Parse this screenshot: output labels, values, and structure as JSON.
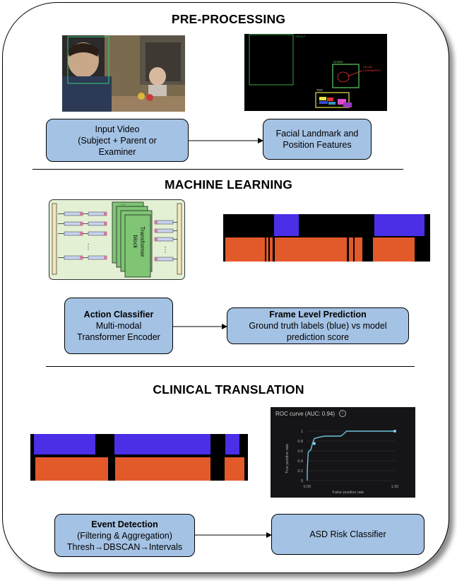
{
  "sections": {
    "preprocessing_title": "PRE-PROCESSING",
    "ml_title": "MACHINE LEARNING",
    "clinical_title": "CLINICAL TRANSLATION"
  },
  "preprocessing": {
    "input_box": {
      "line1": "Input Video",
      "line2": "(Subject + Parent or",
      "line3": "Examiner"
    },
    "landmark_box": {
      "line1": "Facial Landmark and",
      "line2": "Position Features"
    },
    "detection_labels": {
      "adult": "ADULT",
      "child": "CHILD",
      "facial": "FACIAL",
      "landmarks": "LANDMARKS",
      "toy": "TOY"
    }
  },
  "ml": {
    "transformer_label_1": "Transformer",
    "transformer_label_2": "block",
    "action_box": {
      "title": "Action Classifier",
      "line1": "Multi-modal",
      "line2": "Transformer Encoder"
    },
    "frame_box": {
      "title": "Frame Level Prediction",
      "line1": "Ground truth labels (blue) vs model",
      "line2": "prediction score"
    }
  },
  "clinical": {
    "roc_title": "ROC curve (AUC: 0.94)",
    "roc_ylabel": "True positive rate",
    "roc_xlabel": "False positive rate",
    "roc_yticks": [
      "1",
      "0.8",
      "0.6",
      "0.4",
      "0.2",
      "0"
    ],
    "roc_xticks": [
      "0.00",
      "1.00"
    ],
    "event_box": {
      "title": "Event Detection",
      "line1": "(Filtering & Aggregation)",
      "line2": "Thresh→DBSCAN→Intervals"
    },
    "asd_box": {
      "line1": "ASD Risk Classifier"
    }
  },
  "colors": {
    "box_fill": "#a4c2e4",
    "blue_label": "#4a2fe6",
    "orange_prediction": "#e35a2a",
    "transformer_green": "#7fc574"
  },
  "chart_data": [
    {
      "type": "line",
      "title": "ROC curve (AUC: 0.94)",
      "xlabel": "False positive rate",
      "ylabel": "True positive rate",
      "xlim": [
        0,
        1
      ],
      "ylim": [
        0,
        1
      ],
      "x": [
        0.0,
        0.0,
        0.01,
        0.02,
        0.04,
        0.06,
        0.08,
        0.14,
        0.17,
        0.2,
        0.3,
        0.35,
        0.38,
        0.4,
        0.45,
        1.0
      ],
      "y": [
        0.0,
        0.2,
        0.55,
        0.6,
        0.62,
        0.75,
        0.85,
        0.88,
        0.89,
        0.9,
        0.9,
        0.9,
        0.9,
        0.92,
        1.0,
        1.0
      ]
    }
  ]
}
